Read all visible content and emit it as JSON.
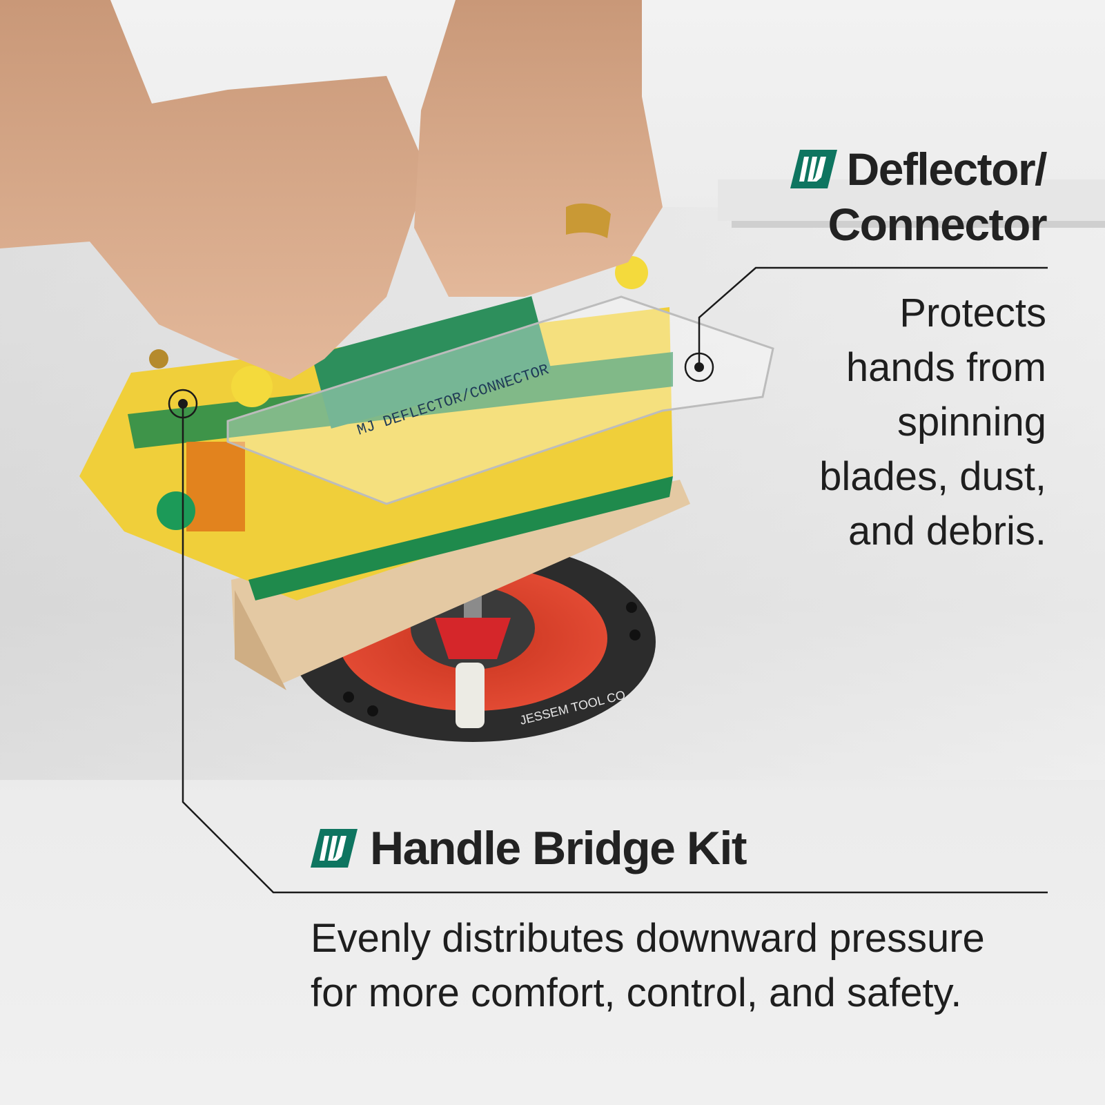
{
  "colors": {
    "brand_green": "#0e7560",
    "text_dark": "#222222",
    "jig_yellow": "#f2d23a",
    "jig_green": "#1f8a4c",
    "insert_red": "#e0412d"
  },
  "callouts": {
    "deflector": {
      "icon": "mj-logo-icon",
      "title_line1": "Deflector/",
      "title_line2": "Connector",
      "description": "Protects\nhands from\nspinning\nblades, dust,\nand debris."
    },
    "handle_bridge": {
      "icon": "mj-logo-icon",
      "title": "Handle Bridge Kit",
      "description": "Evenly distributes downward pressure\nfor more comfort, control, and safety."
    }
  },
  "photo": {
    "jig_label": "MJ DEFLECTOR/CONNECTOR",
    "insert_text": "JESSEM TOOL CO."
  }
}
